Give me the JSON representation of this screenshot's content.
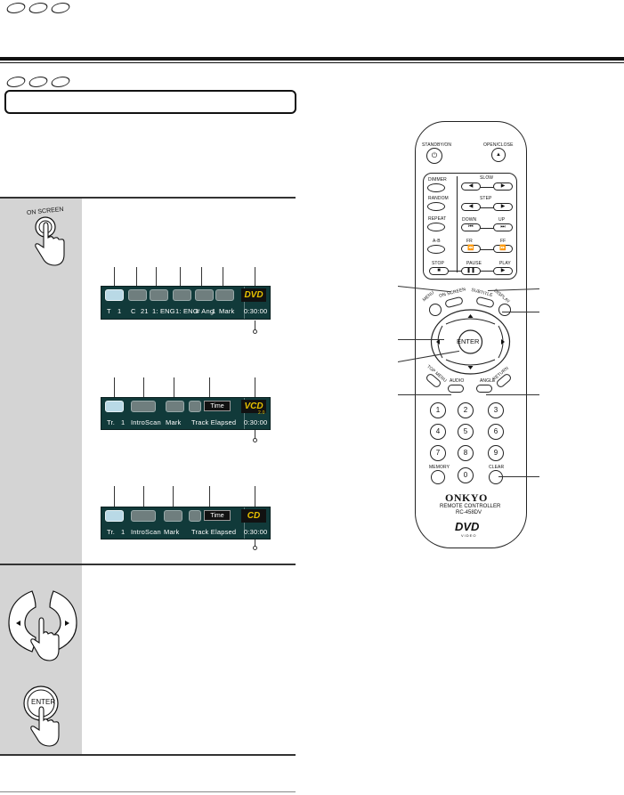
{
  "page": {
    "onscreen_step_label": "ON SCREEN",
    "enter_step_label": "ENTER"
  },
  "osd_dvd": {
    "labels": [
      "T",
      "1",
      "C",
      "21",
      "1: ENG",
      "1: ENG",
      "# Ang",
      "1",
      "Mark"
    ],
    "time": "0:30:00",
    "logo": "DVD"
  },
  "osd_vcd": {
    "labels": [
      "Tr.",
      "1",
      "IntroScan",
      "Mark",
      "Track Elapsed"
    ],
    "time_box": "Time",
    "time": "0:30:00",
    "logo": "VCD",
    "logo_sub": "2.0"
  },
  "osd_cd": {
    "labels": [
      "Tr.",
      "1",
      "IntroScan",
      "Mark",
      "Track Elapsed"
    ],
    "time_box": "Time",
    "time": "0:30:00",
    "logo": "CD"
  },
  "remote": {
    "standby_label": "STANDBY/ON",
    "open_close_label": "OPEN/CLOSE",
    "dimmer_label": "DIMMER",
    "random_label": "RANDOM",
    "repeat_label": "REPEAT",
    "ab_label": "A-B",
    "slow_label": "SLOW",
    "step_label": "STEP",
    "down_label": "DOWN",
    "up_label": "UP",
    "fr_label": "FR",
    "ff_label": "FF",
    "stop_label": "STOP",
    "pause_label": "PAUSE",
    "play_label": "PLAY",
    "menu_label": "MENU",
    "on_screen_label": "ON SCREEN",
    "subtitle_label": "SUBTITLE",
    "display_label": "DISPLAY",
    "enter_label": "ENTER",
    "top_menu_label": "TOP MENU",
    "return_label": "RETURN",
    "audio_label": "AUDIO",
    "angle_label": "ANGLE",
    "memory_label": "MEMORY",
    "clear_label": "CLEAR",
    "digits": [
      "1",
      "2",
      "3",
      "4",
      "5",
      "6",
      "7",
      "8",
      "9",
      "0"
    ],
    "brand": "ONKYO",
    "model_line1": "REMOTE CONTROLLER",
    "model_line2": "RC-458DV",
    "dvd_logo": "DVD",
    "dvd_logo_sub": "VIDEO"
  },
  "colors": {
    "osd_bg": "#113a3a",
    "osd_logo": "#e8c200",
    "side_column": "#d4d4d4"
  }
}
